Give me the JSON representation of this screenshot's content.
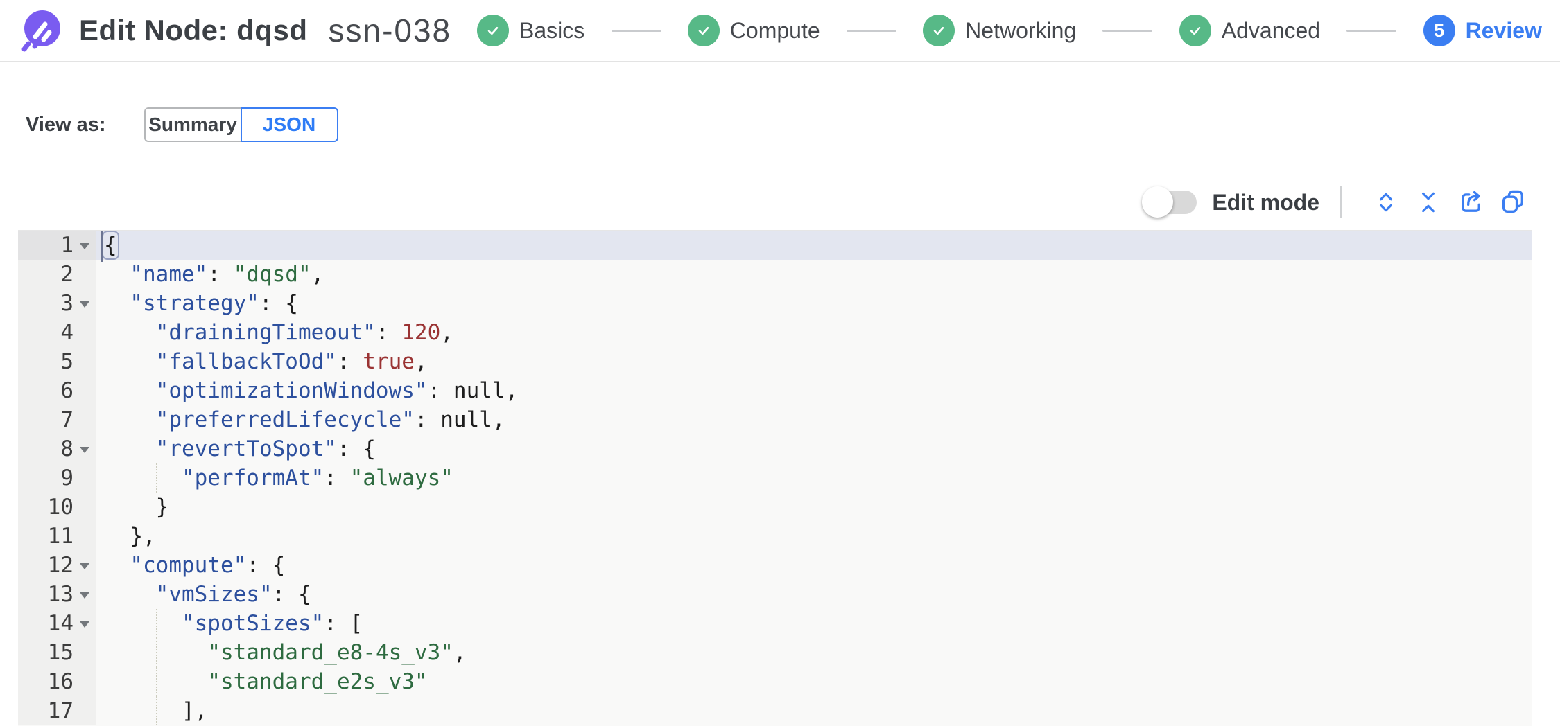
{
  "header": {
    "title": "Edit Node: dqsd",
    "subtitle": "ssn-038"
  },
  "stepper": {
    "steps": [
      {
        "label": "Basics",
        "state": "done"
      },
      {
        "label": "Compute",
        "state": "done"
      },
      {
        "label": "Networking",
        "state": "done"
      },
      {
        "label": "Advanced",
        "state": "done"
      },
      {
        "label": "Review",
        "state": "current",
        "number": "5"
      }
    ]
  },
  "viewbar": {
    "label": "View as:",
    "options": [
      {
        "label": "Summary",
        "selected": false
      },
      {
        "label": "JSON",
        "selected": true
      }
    ]
  },
  "toolbar": {
    "edit_mode_label": "Edit mode",
    "edit_mode_on": false,
    "icons": [
      "expand-icon",
      "collapse-icon",
      "export-icon",
      "copy-icon"
    ]
  },
  "editor": {
    "lines": [
      {
        "n": "1",
        "fold": true,
        "active": true,
        "guides": [],
        "segs": [
          [
            "box",
            "{"
          ]
        ]
      },
      {
        "n": "2",
        "fold": false,
        "active": false,
        "guides": [],
        "segs": [
          [
            "p",
            "  "
          ],
          [
            "k",
            "\"name\""
          ],
          [
            "p",
            ": "
          ],
          [
            "s",
            "\"dqsd\""
          ],
          [
            "p",
            ","
          ]
        ]
      },
      {
        "n": "3",
        "fold": true,
        "active": false,
        "guides": [],
        "segs": [
          [
            "p",
            "  "
          ],
          [
            "k",
            "\"strategy\""
          ],
          [
            "p",
            ": {"
          ]
        ]
      },
      {
        "n": "4",
        "fold": false,
        "active": false,
        "guides": [],
        "segs": [
          [
            "p",
            "    "
          ],
          [
            "k",
            "\"drainingTimeout\""
          ],
          [
            "p",
            ": "
          ],
          [
            "n",
            "120"
          ],
          [
            "p",
            ","
          ]
        ]
      },
      {
        "n": "5",
        "fold": false,
        "active": false,
        "guides": [],
        "segs": [
          [
            "p",
            "    "
          ],
          [
            "k",
            "\"fallbackToOd\""
          ],
          [
            "p",
            ": "
          ],
          [
            "n",
            "true"
          ],
          [
            "p",
            ","
          ]
        ]
      },
      {
        "n": "6",
        "fold": false,
        "active": false,
        "guides": [],
        "segs": [
          [
            "p",
            "    "
          ],
          [
            "k",
            "\"optimizationWindows\""
          ],
          [
            "p",
            ": null,"
          ]
        ]
      },
      {
        "n": "7",
        "fold": false,
        "active": false,
        "guides": [],
        "segs": [
          [
            "p",
            "    "
          ],
          [
            "k",
            "\"preferredLifecycle\""
          ],
          [
            "p",
            ": null,"
          ]
        ]
      },
      {
        "n": "8",
        "fold": true,
        "active": false,
        "guides": [],
        "segs": [
          [
            "p",
            "    "
          ],
          [
            "k",
            "\"revertToSpot\""
          ],
          [
            "p",
            ": {"
          ]
        ]
      },
      {
        "n": "9",
        "fold": false,
        "active": false,
        "guides": [
          4
        ],
        "segs": [
          [
            "p",
            "      "
          ],
          [
            "k",
            "\"performAt\""
          ],
          [
            "p",
            ": "
          ],
          [
            "s",
            "\"always\""
          ]
        ]
      },
      {
        "n": "10",
        "fold": false,
        "active": false,
        "guides": [],
        "segs": [
          [
            "p",
            "    }"
          ]
        ]
      },
      {
        "n": "11",
        "fold": false,
        "active": false,
        "guides": [],
        "segs": [
          [
            "p",
            "  },"
          ]
        ]
      },
      {
        "n": "12",
        "fold": true,
        "active": false,
        "guides": [],
        "segs": [
          [
            "p",
            "  "
          ],
          [
            "k",
            "\"compute\""
          ],
          [
            "p",
            ": {"
          ]
        ]
      },
      {
        "n": "13",
        "fold": true,
        "active": false,
        "guides": [],
        "segs": [
          [
            "p",
            "    "
          ],
          [
            "k",
            "\"vmSizes\""
          ],
          [
            "p",
            ": {"
          ]
        ]
      },
      {
        "n": "14",
        "fold": true,
        "active": false,
        "guides": [
          4
        ],
        "segs": [
          [
            "p",
            "      "
          ],
          [
            "k",
            "\"spotSizes\""
          ],
          [
            "p",
            ": ["
          ]
        ]
      },
      {
        "n": "15",
        "fold": false,
        "active": false,
        "guides": [
          4
        ],
        "segs": [
          [
            "p",
            "        "
          ],
          [
            "s",
            "\"standard_e8-4s_v3\""
          ],
          [
            "p",
            ","
          ]
        ]
      },
      {
        "n": "16",
        "fold": false,
        "active": false,
        "guides": [
          4
        ],
        "segs": [
          [
            "p",
            "        "
          ],
          [
            "s",
            "\"standard_e2s_v3\""
          ]
        ]
      },
      {
        "n": "17",
        "fold": false,
        "active": false,
        "guides": [
          4
        ],
        "segs": [
          [
            "p",
            "      ],"
          ]
        ]
      }
    ]
  },
  "colors": {
    "brand_purple": "#7a5cf0",
    "step_done_green": "#57b987",
    "accent_blue": "#3b7ef2",
    "key_blue": "#2d509e",
    "string_green": "#2e6b40",
    "number_red": "#9a3333",
    "active_line": "#e3e6f0"
  }
}
